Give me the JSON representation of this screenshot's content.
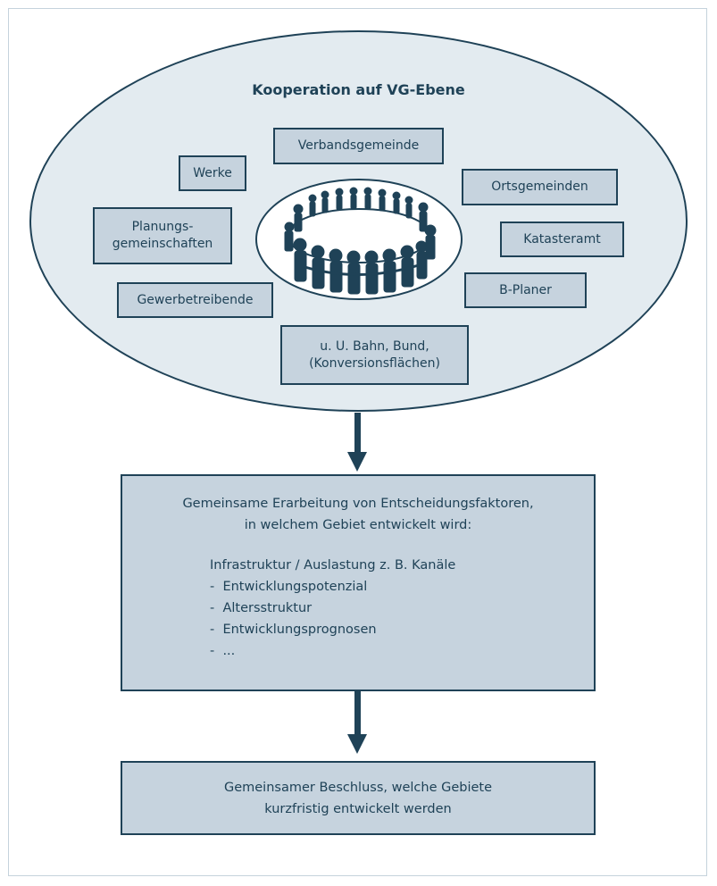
{
  "diagram": {
    "title": "Kooperation auf VG-Ebene",
    "participants": {
      "verbandsgemeinde": "Verbandsgemeinde",
      "werke": "Werke",
      "ortsgemeinden": "Ortsgemeinden",
      "planungs_line1": "Planungs-",
      "planungs_line2": "gemeinschaften",
      "katasteramt": "Katasteramt",
      "gewerbetreibende": "Gewerbetreibende",
      "bplaner": "B-Planer",
      "bahn_line1": "u. U. Bahn, Bund,",
      "bahn_line2": "(Konversionsflächen)"
    },
    "step1": {
      "line1": "Gemeinsame Erarbeitung von Entscheidungsfaktoren,",
      "line2": "in welchem Gebiet entwickelt wird:",
      "factor_heading": "Infrastruktur / Auslastung z. B. Kanäle",
      "factors": [
        "-  Entwicklungspotenzial",
        "-  Altersstruktur",
        "-  Entwicklungsprognosen",
        "-  ..."
      ]
    },
    "step2": {
      "line1": "Gemeinsamer Beschluss, welche Gebiete",
      "line2": "kurzfristig entwickelt werden"
    }
  },
  "colors": {
    "ink": "#1f4257",
    "box_fill": "#c6d3de",
    "ellipse_fill": "#e3ebf0"
  }
}
